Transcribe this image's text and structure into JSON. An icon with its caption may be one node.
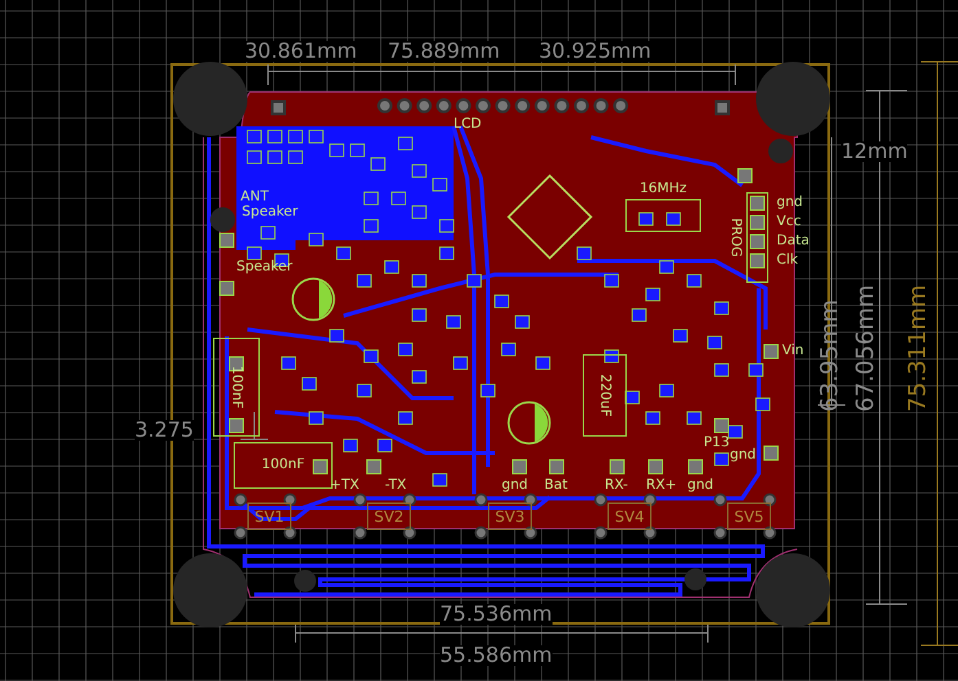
{
  "diagram": {
    "nodes": [
      {
        "text": [
          "SV1"
        ]
      },
      {
        "text": [
          "SV2"
        ]
      },
      {
        "text": [
          "SV3"
        ]
      },
      {
        "text": [
          "SV4"
        ]
      },
      {
        "text": [
          "SV5"
        ]
      },
      {
        "text": [
          "100nF"
        ]
      },
      {
        "text": [
          "100nF"
        ]
      },
      {
        "text": [
          "220uF"
        ]
      },
      {
        "text": [
          "16MHz"
        ]
      },
      {
        "text": [
          "PROG"
        ]
      }
    ],
    "edges": [],
    "labels": [
      "30.861mm",
      "75.889mm",
      "30.925mm",
      "12mm",
      "63.95mm",
      "67.056mm",
      "75.311mm",
      "3.275",
      "75.536mm",
      "55.586mm",
      "LCD",
      "ANT",
      "Speaker",
      "Speaker",
      "gnd",
      "Vcc",
      "Data",
      "Clk",
      "Vin",
      "P13",
      "gnd",
      "+TX",
      "-TX",
      "gnd",
      "Bat",
      "RX-",
      "RX+",
      "gnd"
    ]
  }
}
